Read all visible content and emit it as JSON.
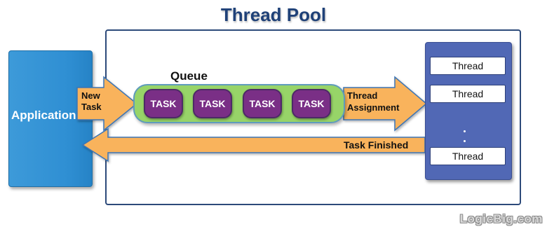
{
  "title": "Thread Pool",
  "application": {
    "label": "Application"
  },
  "queue": {
    "label": "Queue",
    "tasks": [
      "TASK",
      "TASK",
      "TASK",
      "TASK"
    ]
  },
  "arrows": {
    "new_task_line1": "New",
    "new_task_line2": "Task",
    "assignment_line1": "Thread",
    "assignment_line2": "Assignment",
    "finished": "Task Finished"
  },
  "threads": [
    "Thread",
    "Thread",
    "Thread"
  ],
  "watermark": "LogicBig.com",
  "colors": {
    "title": "#1f4178",
    "application": "#2f8fd3",
    "queue": "#97d468",
    "task": "#7a2f86",
    "arrow": "#f9b35b",
    "thread_panel": "#5168b5"
  }
}
